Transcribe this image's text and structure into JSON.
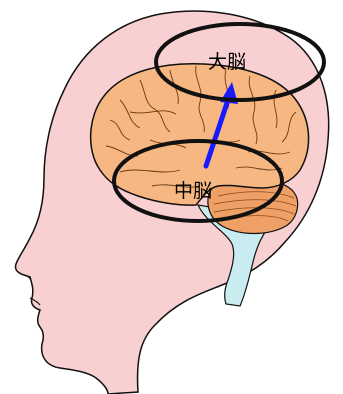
{
  "labels": {
    "cerebrum": "大脳",
    "midbrain": "中脳"
  },
  "colors": {
    "head_skin": "#f9d0d1",
    "outline": "#111111",
    "brain": "#f7b782",
    "cerebellum": "#eea066",
    "brainstem": "#c9ecf1",
    "arrow": "#1a1aff",
    "background": "#ffffff"
  },
  "arrow_direction": "midbrain-to-cerebrum"
}
